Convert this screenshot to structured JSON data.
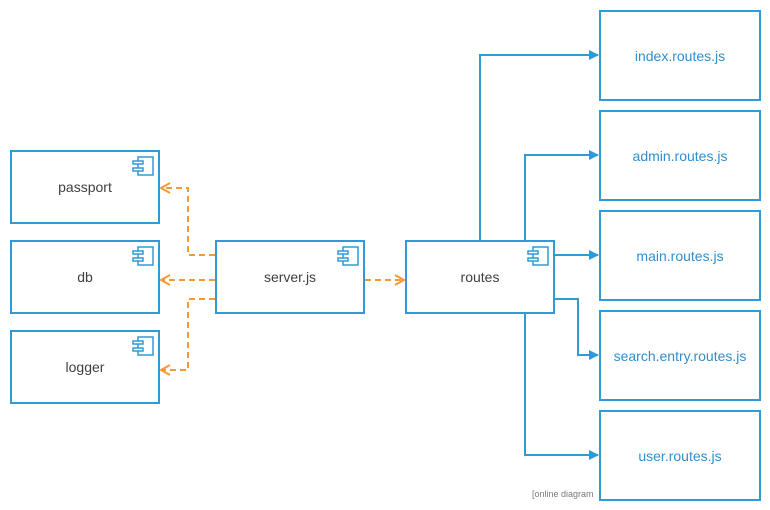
{
  "diagram": {
    "center": {
      "label": "server.js"
    },
    "dependencies": [
      {
        "label": "passport"
      },
      {
        "label": "db"
      },
      {
        "label": "logger"
      }
    ],
    "router": {
      "label": "routes"
    },
    "route_files": [
      {
        "label": "index.routes.js"
      },
      {
        "label": "admin.routes.js"
      },
      {
        "label": "main.routes.js"
      },
      {
        "label": "search.entry.routes.js"
      },
      {
        "label": "user.routes.js"
      }
    ],
    "colors": {
      "box": "#2f9ad5",
      "dashed": "#f39a36",
      "route_text": "#2f8fcf"
    },
    "icon": "component-icon",
    "watermark": "[online diagram"
  }
}
